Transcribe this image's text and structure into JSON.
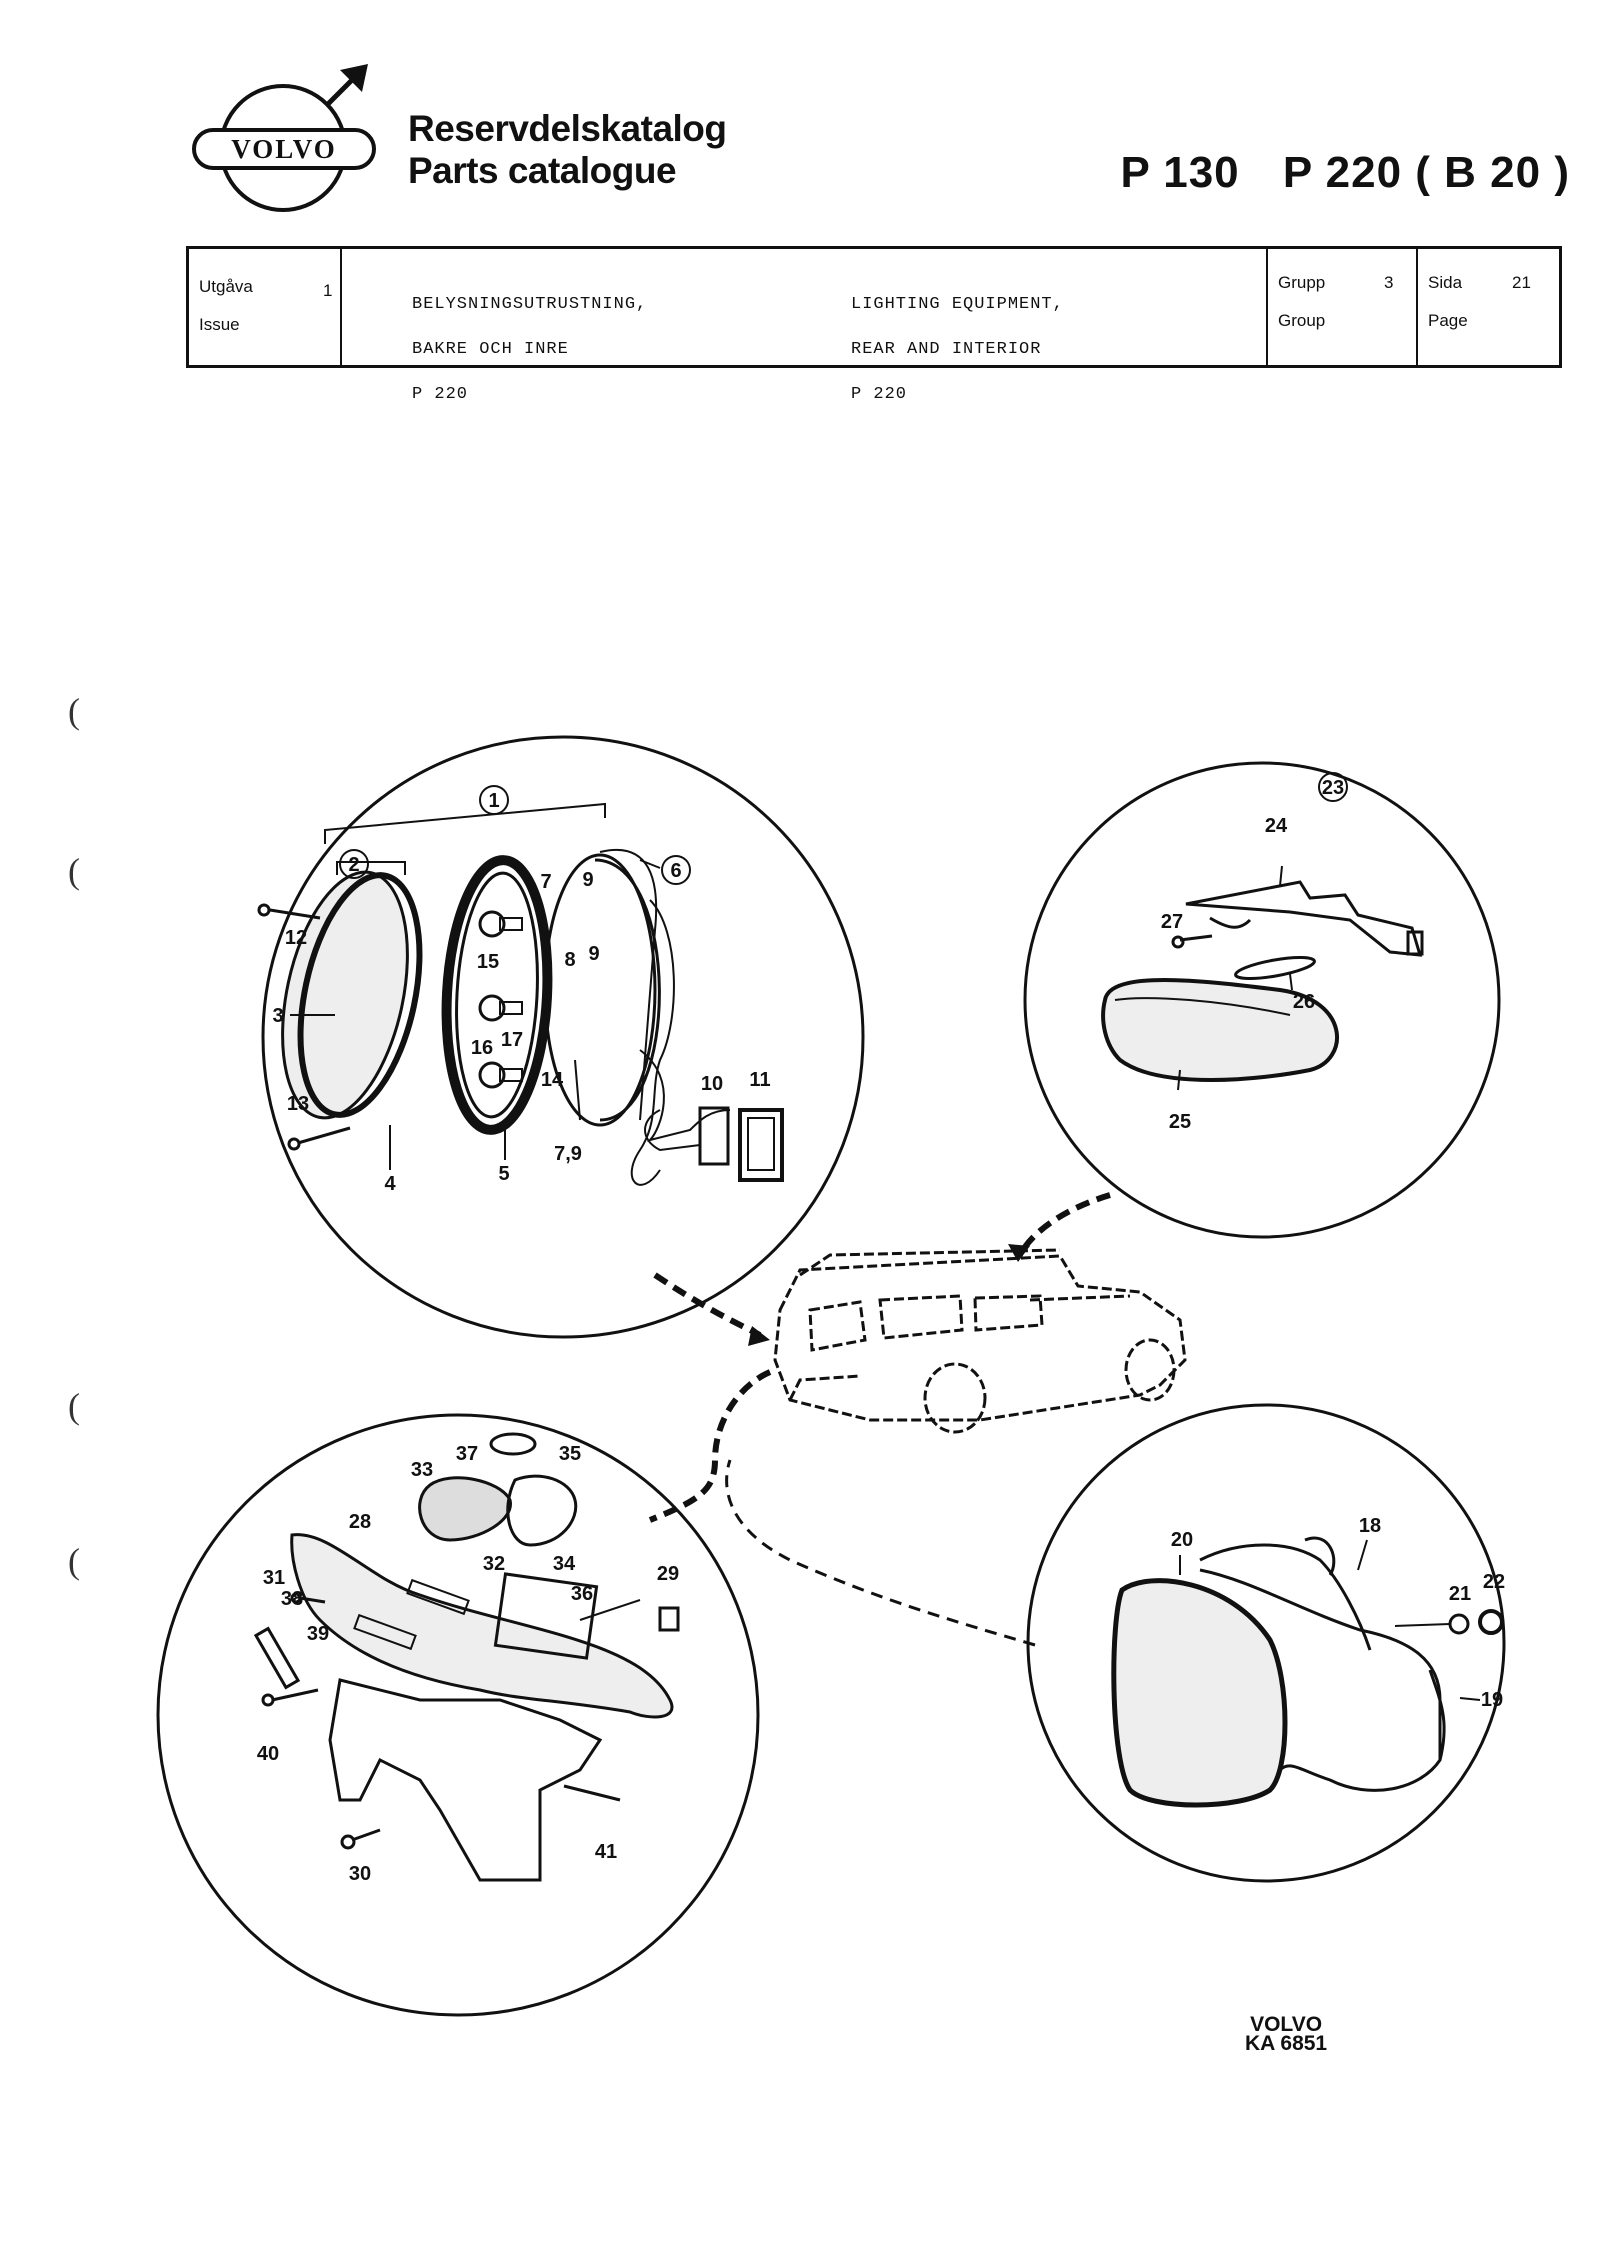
{
  "header": {
    "logo_text": "VOLVO",
    "title_sv": "Reservdelskatalog",
    "title_en": "Parts catalogue",
    "models": [
      "P 130",
      "P 220 ( B 20 )"
    ]
  },
  "info_table": {
    "issue_label_sv": "Utgåva",
    "issue_label_en": "Issue",
    "issue_value": "1",
    "description_sv": [
      "BELYSNINGSUTRUSTNING,",
      "BAKRE OCH INRE",
      "P 220"
    ],
    "description_en": [
      "LIGHTING EQUIPMENT,",
      "REAR AND INTERIOR",
      "P 220"
    ],
    "group_label_sv": "Grupp",
    "group_label_en": "Group",
    "group_value": "3",
    "page_label_sv": "Sida",
    "page_label_en": "Page",
    "page_value": "21"
  },
  "diagram": {
    "tail_lamp_labels": [
      "1",
      "2",
      "3",
      "4",
      "5",
      "6",
      "7",
      "8",
      "9",
      "9",
      "10",
      "11",
      "12",
      "13",
      "14",
      "15",
      "16",
      "17",
      "7,9"
    ],
    "interior_lamp_labels": [
      "23",
      "24",
      "25",
      "26",
      "27"
    ],
    "plate_lamp_labels": [
      "28",
      "29",
      "30",
      "31",
      "32",
      "33",
      "34",
      "35",
      "36",
      "37",
      "38",
      "39",
      "40",
      "41"
    ],
    "reflector_labels": [
      "18",
      "19",
      "20",
      "21",
      "22"
    ]
  },
  "footer": {
    "brand": "VOLVO",
    "code": "KA 6851"
  }
}
